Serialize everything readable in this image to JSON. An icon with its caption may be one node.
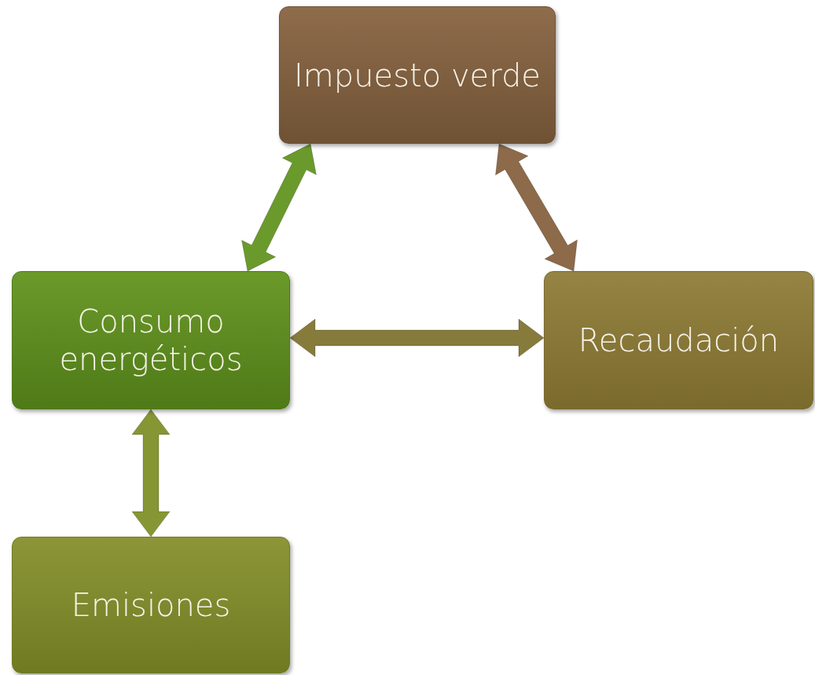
{
  "diagram": {
    "nodes": [
      {
        "text": [
          "Impuesto verde"
        ]
      },
      {
        "text": [
          "Consumo energéticos"
        ]
      },
      {
        "text": [
          "Recaudación"
        ]
      },
      {
        "text": [
          "Emisiones"
        ]
      }
    ],
    "edges": [
      {
        "from": 0,
        "to": 1,
        "arrow": "both",
        "style": "thick",
        "color": "#6a9a2c"
      },
      {
        "from": 0,
        "to": 2,
        "arrow": "both",
        "style": "thick",
        "color": "#8c6a4a"
      },
      {
        "from": 1,
        "to": 2,
        "arrow": "both",
        "style": "thick",
        "color": "#877b3c"
      },
      {
        "from": 1,
        "to": 3,
        "arrow": "both",
        "style": "thick",
        "color": "#879634"
      }
    ]
  }
}
